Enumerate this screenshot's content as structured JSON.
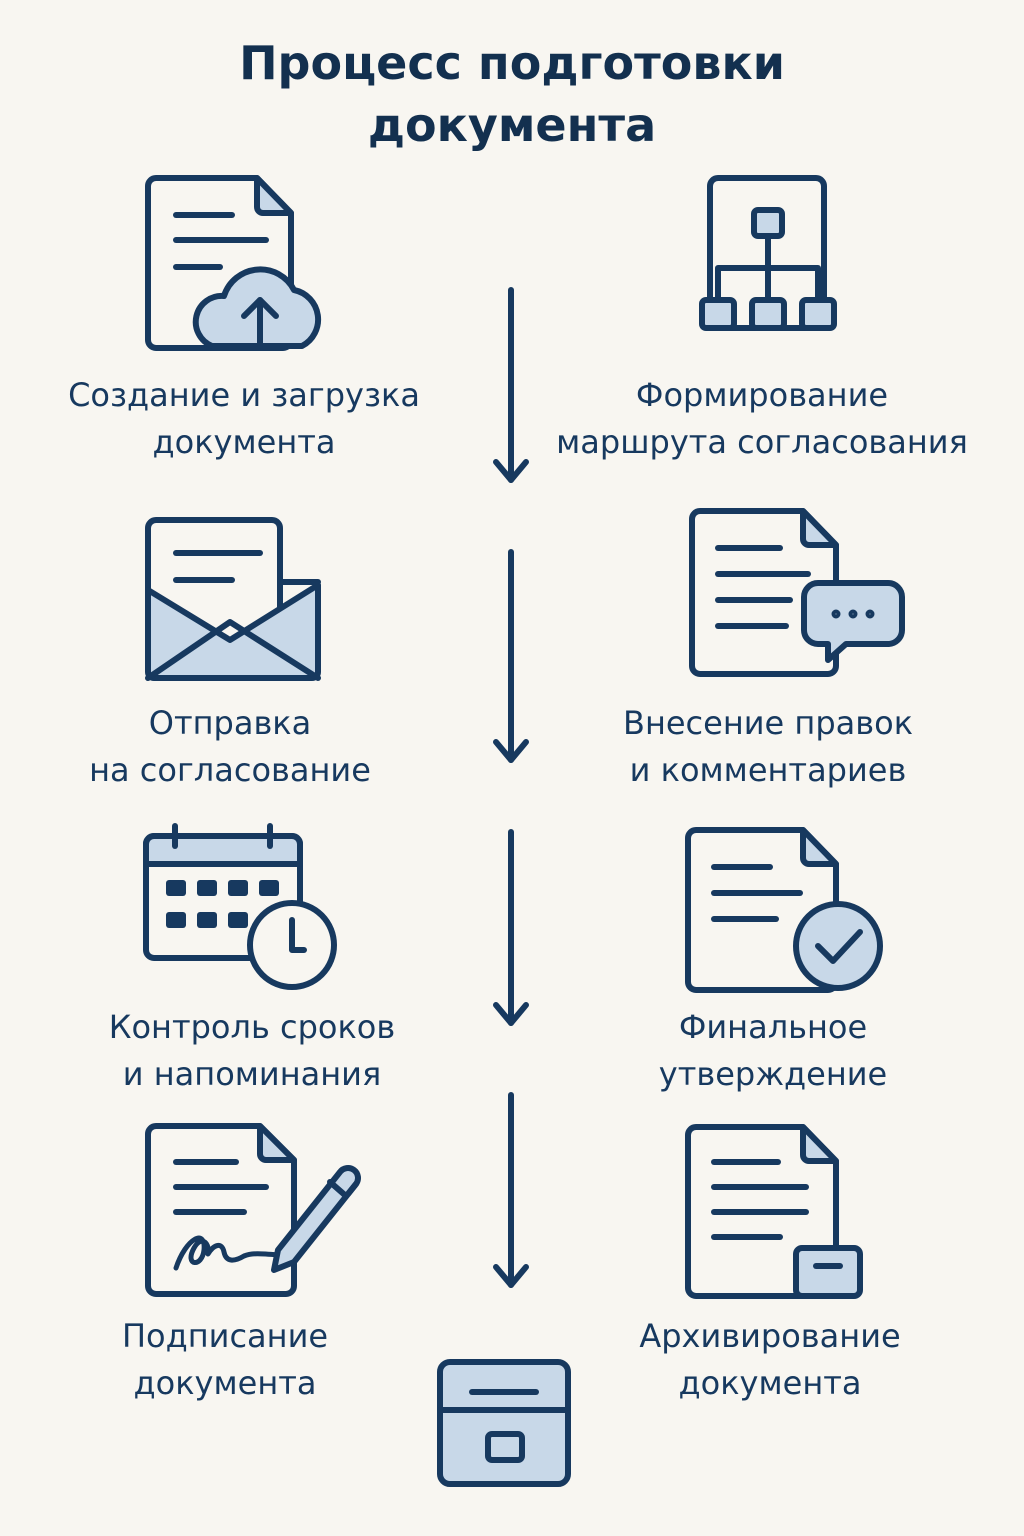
{
  "title": {
    "line1": "Процесс подготовки",
    "line2": "документа"
  },
  "colors": {
    "stroke": "#17395f",
    "fill": "#c8d8e8",
    "background": "#f8f6f1"
  },
  "steps": [
    {
      "icon": "document-cloud-upload-icon",
      "line1": "Создание и загрузка",
      "line2": "документа"
    },
    {
      "icon": "approval-route-hierarchy-icon",
      "line1": "Формирование",
      "line2": "маршрута согласования"
    },
    {
      "icon": "envelope-letter-icon",
      "line1": "Отправка",
      "line2": "на согласование"
    },
    {
      "icon": "document-comment-icon",
      "line1": "Внесение правок",
      "line2": "и комментариев"
    },
    {
      "icon": "calendar-clock-icon",
      "line1": "Контроль сроков",
      "line2": "и напоминания"
    },
    {
      "icon": "document-check-icon",
      "line1": "Финальное",
      "line2": "утверждение"
    },
    {
      "icon": "document-signature-pen-icon",
      "line1": "Подписание",
      "line2": "документа"
    },
    {
      "icon": "document-archive-icon",
      "line1": "Архивирование",
      "line2": "документа"
    }
  ]
}
